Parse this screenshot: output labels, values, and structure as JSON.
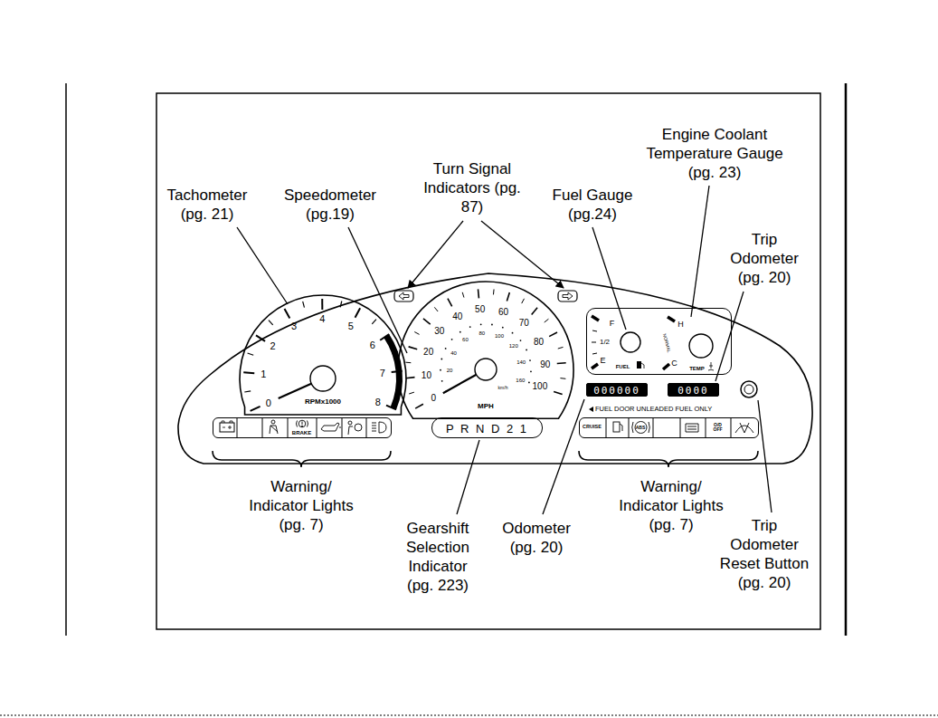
{
  "diagram": {
    "nodes": [
      {
        "text": [
          "0",
          "1",
          "2",
          "3",
          "4",
          "5",
          "6",
          "7",
          "8",
          "RPMx1000"
        ]
      },
      {
        "text": [
          "0",
          "10",
          "20",
          "30",
          "40",
          "50",
          "60",
          "70",
          "80",
          "90",
          "100",
          "MPH",
          "20",
          "40",
          "60",
          "80",
          "100",
          "120",
          "140",
          "160",
          "km/h"
        ]
      },
      {
        "text": [
          "F",
          "1/2",
          "E",
          "FUEL",
          "H",
          "C",
          "TEMP",
          "NORMAL"
        ]
      },
      {
        "text": [
          "000000"
        ]
      },
      {
        "text": [
          "0000"
        ]
      },
      {
        "text": [
          "BRAKE"
        ]
      },
      {
        "text": [
          "P R N D 2 1"
        ]
      },
      {
        "text": [
          "CRUISE",
          "ABS",
          "O/D OFF"
        ]
      }
    ],
    "labels": [
      "Engine Coolant Temperature Gauge (pg. 23)",
      "Turn Signal Indicators (pg. 87)",
      "Tachometer (pg. 21)",
      "Speedometer (pg.19)",
      "Fuel Gauge (pg.24)",
      "Trip Odometer (pg. 20)",
      "FUEL DOOR UNLEADED FUEL ONLY",
      "Warning/ Indicator Lights (pg. 7)",
      "Warning/ Indicator Lights (pg. 7)",
      "Trip Odometer Reset Button (pg. 20)",
      "Odometer (pg. 20)",
      "Gearshift Selection Indicator (pg. 223)"
    ]
  }
}
